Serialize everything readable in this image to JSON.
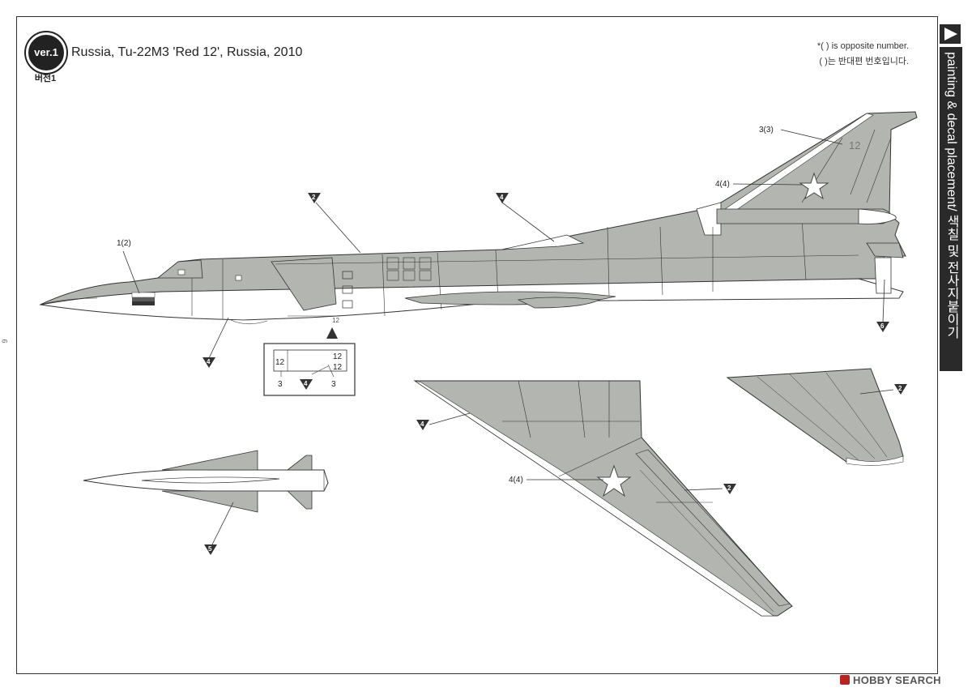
{
  "header": {
    "version_badge": "ver.1",
    "version_korean": "버전1",
    "title": "Russia, Tu-22M3 'Red 12', Russia, 2010",
    "note_en": "*(    ) is opposite number.",
    "note_kr": "(    )는 반대편 번호입니다."
  },
  "side_tab": {
    "label": "painting & decal placement/ 색칠 및 전사지붙이기"
  },
  "page_number": "6",
  "watermark": {
    "text": "HOBBY SEARCH"
  },
  "callouts": {
    "decal_1_2": "1(2)",
    "decal_3_3": "3(3)",
    "decal_4_4_tail": "4(4)",
    "decal_4_4_wing": "4(4)",
    "tail_number": "12",
    "inset_num_left": "3",
    "inset_num_right": "3",
    "inset_code_a": "12",
    "inset_code_b": "12",
    "inset_code_c": "12",
    "fuselage_code": "12"
  },
  "paint_markers": {
    "fuselage_top": "2",
    "spine": "4",
    "lower_fuselage": "4",
    "inset_marker": "4",
    "exhaust": "6",
    "wing_leading_edge": "4",
    "wing_upper": "2",
    "wing_small": "2",
    "missile": "5"
  },
  "colors": {
    "gray": "#b3b5b1",
    "white": "#ffffff",
    "line": "#333333"
  }
}
